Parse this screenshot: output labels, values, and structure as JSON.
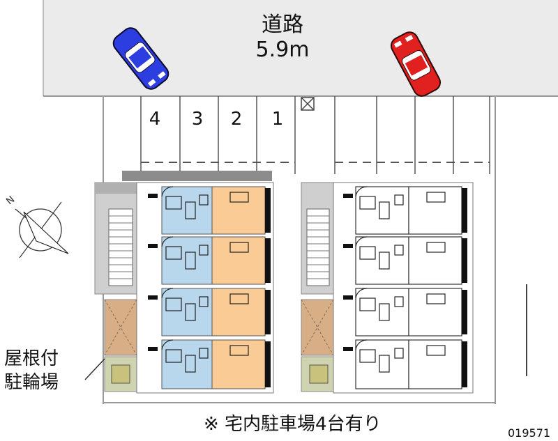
{
  "road": {
    "label": "道路",
    "width": "5.9m"
  },
  "parking_spaces": [
    "4",
    "3",
    "2",
    "1"
  ],
  "bike_parking": {
    "line1": "屋根付",
    "line2": "駐輪場"
  },
  "compass": {
    "north": "N"
  },
  "note": "※ 宅内駐車場4台有り",
  "code": "019571",
  "colors": {
    "road": "#ebebeb",
    "unit_blue": "#b9d7ec",
    "unit_orange": "#fbcb96",
    "bike": "#d7ae86",
    "car_blue": "#2c3ee0",
    "car_red": "#e12020"
  }
}
